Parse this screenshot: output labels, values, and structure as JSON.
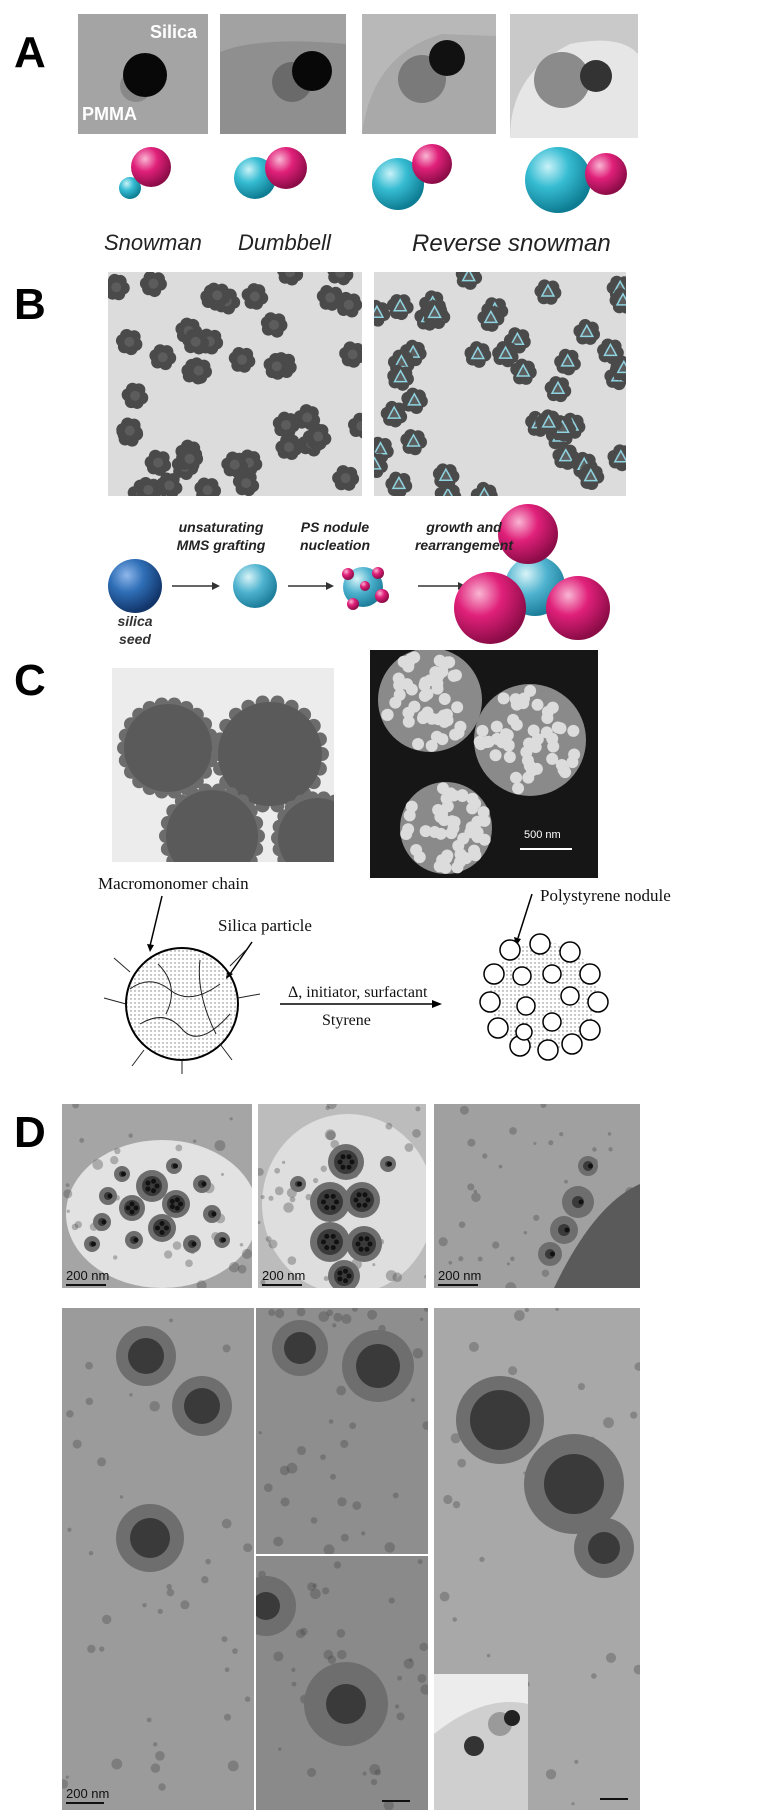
{
  "panels": {
    "A": {
      "letter": "A",
      "tem_labels": {
        "silica": "Silica",
        "pmma": "PMMA"
      },
      "captions": [
        "Snowman",
        "Dumbbell",
        "Reverse snowman"
      ]
    },
    "B": {
      "letter": "B",
      "steps": [
        "unsaturating MMS grafting",
        "PS nodule nucleation",
        "growth and rearrangement"
      ],
      "seed_label": "silica seed",
      "colors": {
        "silica": "#2f6fb7",
        "grafted": "#4fb3cf",
        "ps": "#d9306f"
      }
    },
    "C": {
      "letter": "C",
      "sem_scale": "500 nm",
      "macromonomer_label": "Macromonomer chain",
      "silica_label": "Silica particle",
      "reaction_top": "Δ, initiator, surfactant",
      "reaction_bottom": "Styrene",
      "nodule_label": "Polystyrene nodule"
    },
    "D": {
      "letter": "D",
      "scale_labels": [
        "200 nm",
        "200 nm",
        "200 nm",
        "200 nm"
      ]
    }
  },
  "colors": {
    "cyan": "#36bcd2",
    "magenta": "#e0207a"
  }
}
